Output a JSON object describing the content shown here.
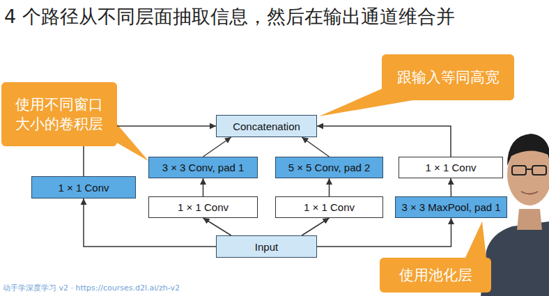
{
  "diagram": {
    "title": "4 个路径从不同层面抽取信息，然后在输出通道维合并",
    "nodes": [
      {
        "text": [
          "跟输入等同高宽"
        ]
      },
      {
        "text": [
          "使用不同窗口 大小的卷积层"
        ]
      },
      {
        "text": [
          "Concatenation"
        ]
      },
      {
        "text": [
          "3 × 3 Conv, pad 1"
        ]
      },
      {
        "text": [
          "5 × 5 Conv, pad 2"
        ]
      },
      {
        "text": [
          "1 × 1 Conv"
        ]
      },
      {
        "text": [
          "1 × 1 Conv"
        ]
      },
      {
        "text": [
          "1 × 1 Conv"
        ]
      },
      {
        "text": [
          "1 × 1 Conv"
        ]
      },
      {
        "text": [
          "3 × 3 MaxPool, pad 1"
        ]
      },
      {
        "text": [
          "Input"
        ]
      },
      {
        "text": [
          "使用池化层"
        ]
      }
    ],
    "edges": [
      {
        "from": 10,
        "to": 6,
        "arrow": "to"
      },
      {
        "from": 10,
        "to": 7,
        "arrow": "to"
      },
      {
        "from": 10,
        "to": 8,
        "arrow": "to"
      },
      {
        "from": 10,
        "to": 9,
        "arrow": "to"
      },
      {
        "from": 7,
        "to": 3,
        "arrow": "to"
      },
      {
        "from": 8,
        "to": 4,
        "arrow": "to"
      },
      {
        "from": 9,
        "to": 5,
        "arrow": "to"
      },
      {
        "from": 6,
        "to": 2,
        "arrow": "to"
      },
      {
        "from": 3,
        "to": 2,
        "arrow": "to"
      },
      {
        "from": 4,
        "to": 2,
        "arrow": "to"
      },
      {
        "from": 5,
        "to": 2,
        "arrow": "to"
      }
    ],
    "labels": [
      "动手学深度学习 v2 · https://courses.d2l.ai/zh-v2"
    ]
  }
}
